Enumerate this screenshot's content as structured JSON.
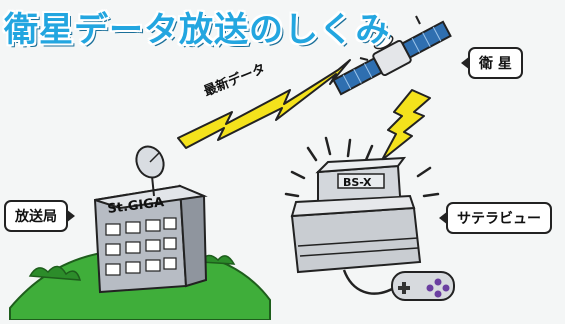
{
  "title": "衛星データ放送のしくみ",
  "uplink_label": "最新データ",
  "building_sign": "St.GIGA",
  "console_sign": "BS-X",
  "labels": {
    "satellite": "衛 星",
    "station": "放送局",
    "receiver": "サテラビュー"
  },
  "colors": {
    "title": "#23a6e0",
    "bolt": "#f4e21c",
    "grass": "#3fae3a",
    "building": "#b7bcc4",
    "console": "#c9cdd2",
    "solar_panel": "#2f6fb0"
  }
}
